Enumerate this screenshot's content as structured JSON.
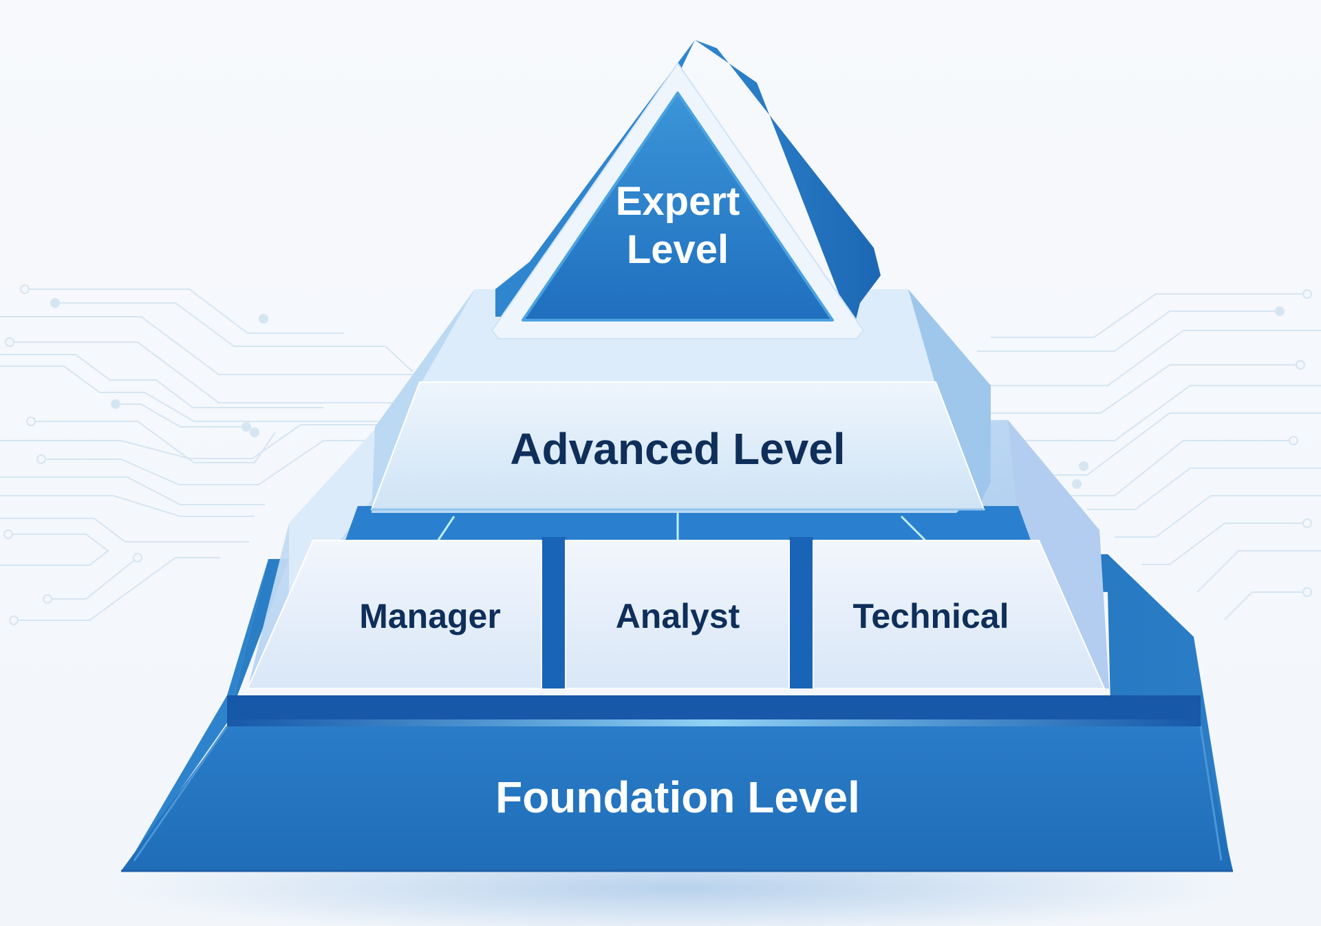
{
  "diagram": {
    "type": "pyramid",
    "colors": {
      "background": "#f4f7fb",
      "primary_blue": "#1f6fbe",
      "dark_blue": "#1458a6",
      "light_panel": "#e6f0fb",
      "text_dark": "#0f2f5a",
      "text_light": "#ffffff",
      "circuit_lines": "#d8e6f3"
    },
    "levels": [
      {
        "id": "expert",
        "label_line1": "Expert",
        "label_line2": "Level"
      },
      {
        "id": "advanced",
        "label": "Advanced Level"
      },
      {
        "id": "middle",
        "blocks": [
          {
            "label": "Manager"
          },
          {
            "label": "Analyst"
          },
          {
            "label": "Technical"
          }
        ]
      },
      {
        "id": "foundation",
        "label": "Foundation Level"
      }
    ]
  }
}
